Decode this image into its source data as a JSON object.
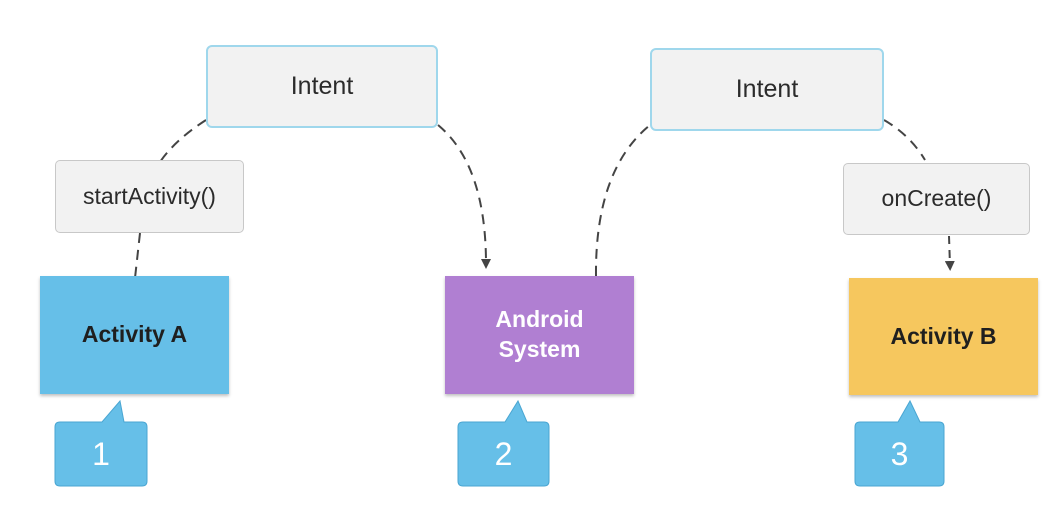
{
  "colors": {
    "activity_a": "#66bfe8",
    "android_system": "#b07fd2",
    "activity_b": "#f6c75e",
    "badge": "#66bfe8",
    "intent_border": "#9fd7ec",
    "connector": "#444444"
  },
  "intent_left": {
    "label": "Intent"
  },
  "intent_right": {
    "label": "Intent"
  },
  "start_activity": {
    "label": "startActivity()"
  },
  "on_create": {
    "label": "onCreate()"
  },
  "activity_a": {
    "label": "Activity A"
  },
  "android_system": {
    "label": "Android\nSystem"
  },
  "activity_b": {
    "label": "Activity B"
  },
  "steps": [
    {
      "label": "1"
    },
    {
      "label": "2"
    },
    {
      "label": "3"
    }
  ]
}
